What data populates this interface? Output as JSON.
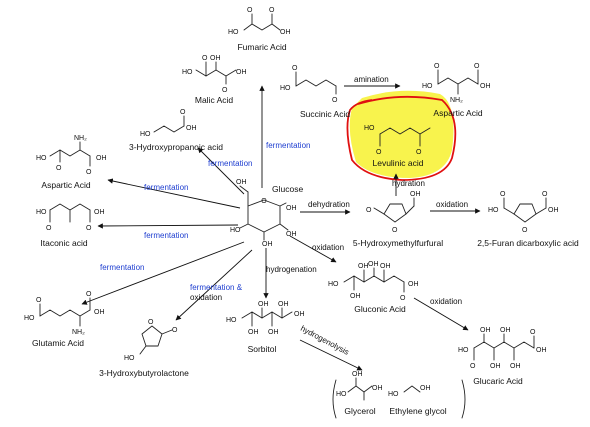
{
  "hub": {
    "name": "Glucose"
  },
  "products": {
    "fumaric": "Fumaric Acid",
    "malic": "Malic Acid",
    "succinic": "Succinic Acid",
    "aspartic_top": "Aspartic Acid",
    "hydroxypropanoic": "3-Hydroxypropanoic acid",
    "aspartic_left": "Aspartic Acid",
    "levulinic": "Levulinic acid",
    "itaconic": "Itaconic acid",
    "hmf": "5-Hydroxymethylfurfural",
    "fdca": "2,5-Furan dicarboxylic acid",
    "gluconic": "Gluconic Acid",
    "glutamic": "Glutamic Acid",
    "hbl": "3-Hydroxybutyrolactone",
    "sorbitol": "Sorbitol",
    "glucaric": "Glucaric Acid",
    "glycerol": "Glycerol",
    "ethylene_glycol": "Ethylene glycol"
  },
  "processes": {
    "fermentation_1": "fermentation",
    "fermentation_2": "fermentation",
    "fermentation_3": "fermentation",
    "fermentation_4": "fermentation",
    "fermentation_5": "fermentation",
    "fermentation_oxidation_a": "fermentation &",
    "fermentation_oxidation_b": "oxidation",
    "amination": "amination",
    "hydration": "hydration",
    "dehydration": "dehydration",
    "oxidation_1": "oxidation",
    "oxidation_2": "oxidation",
    "oxidation_3": "oxidation",
    "hydrogenation": "hydrogenation",
    "hydrogenolysis": "hydrogenolysis"
  },
  "atoms": {
    "OH": "OH",
    "HO": "HO",
    "O": "O",
    "NH2": "NH₂"
  },
  "colors": {
    "process_blue": "#1f3fd0",
    "highlight_yellow": "#f7f23a",
    "circle_red": "#e01010"
  }
}
